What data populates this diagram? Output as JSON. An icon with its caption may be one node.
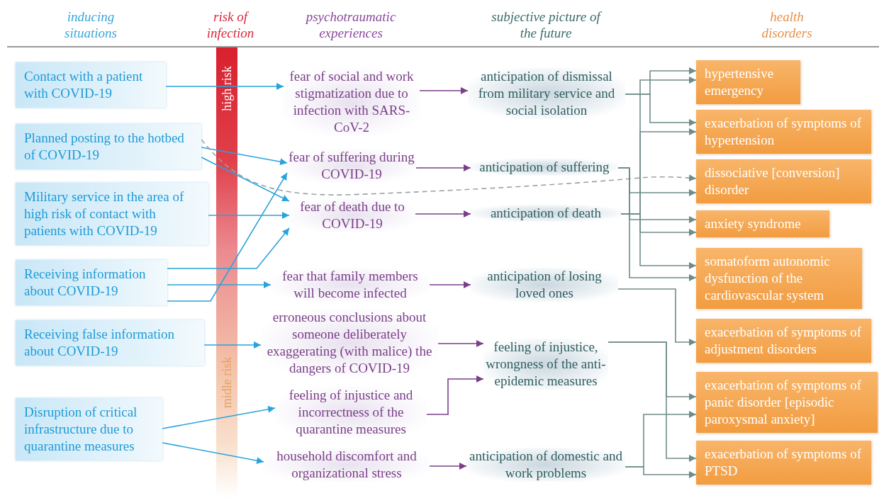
{
  "diagram": {
    "nodes": [
      {
        "text": [
          "Contact with a patient with COVID-19"
        ]
      },
      {
        "text": [
          "Planned posting to the hotbed of COVID-19"
        ]
      },
      {
        "text": [
          "Military service in the area of high risk of contact with patients with COVID-19"
        ]
      },
      {
        "text": [
          "Receiving information about COVID-19"
        ]
      },
      {
        "text": [
          "Receiving false information about COVID-19"
        ]
      },
      {
        "text": [
          "Disruption of critical infrastructure due to quarantine measures"
        ]
      },
      {
        "text": [
          "fear of social and work stigmatization due to infection with SARS-CoV-2"
        ]
      },
      {
        "text": [
          "fear of suffering during COVID-19"
        ]
      },
      {
        "text": [
          "fear of death due to COVID-19"
        ]
      },
      {
        "text": [
          "fear that family members will become infected"
        ]
      },
      {
        "text": [
          "erroneous conclusions about someone deliberately exaggerating (with malice) the dangers of COVID-19"
        ]
      },
      {
        "text": [
          "feeling of injustice and incorrectness of the quarantine measures"
        ]
      },
      {
        "text": [
          "household discomfort and organizational stress"
        ]
      },
      {
        "text": [
          "anticipation of dismissal from military service and social isolation"
        ]
      },
      {
        "text": [
          "anticipation of suffering"
        ]
      },
      {
        "text": [
          "anticipation of death"
        ]
      },
      {
        "text": [
          "anticipation of losing loved ones"
        ]
      },
      {
        "text": [
          "feeling of injustice, wrongness of the anti-epidemic measures"
        ]
      },
      {
        "text": [
          "anticipation of domestic and work problems"
        ]
      },
      {
        "text": [
          "hypertensive emergency"
        ]
      },
      {
        "text": [
          "exacerbation of symptoms of hypertension"
        ]
      },
      {
        "text": [
          "dissociative [conversion] disorder"
        ]
      },
      {
        "text": [
          "anxiety syndrome"
        ]
      },
      {
        "text": [
          "somatoform autonomic dysfunction of the cardiovascular system"
        ]
      },
      {
        "text": [
          "exacerbation of symptoms of adjustment disorders"
        ]
      },
      {
        "text": [
          "exacerbation of symptoms of panic disorder [episodic paroxysmal anxiety]"
        ]
      },
      {
        "text": [
          "exacerbation of symptoms of PTSD"
        ]
      }
    ],
    "edges": [
      {
        "from": 0,
        "to": 6,
        "arrow": "to",
        "color": "#2aa3dc"
      },
      {
        "from": 1,
        "to": 7,
        "arrow": "to",
        "color": "#2aa3dc"
      },
      {
        "from": 1,
        "to": 8,
        "arrow": "to",
        "color": "#2aa3dc"
      },
      {
        "from": 2,
        "to": 8,
        "arrow": "to",
        "color": "#2aa3dc"
      },
      {
        "from": 3,
        "to": 7,
        "arrow": "to",
        "color": "#2aa3dc"
      },
      {
        "from": 3,
        "to": 8,
        "arrow": "to",
        "color": "#2aa3dc"
      },
      {
        "from": 3,
        "to": 9,
        "arrow": "to",
        "color": "#2aa3dc"
      },
      {
        "from": 4,
        "to": 10,
        "arrow": "to",
        "color": "#2aa3dc"
      },
      {
        "from": 5,
        "to": 11,
        "arrow": "to",
        "color": "#2aa3dc"
      },
      {
        "from": 5,
        "to": 12,
        "arrow": "to",
        "color": "#2aa3dc"
      },
      {
        "from": 1,
        "to": 21,
        "arrow": "to",
        "style": "dashed"
      },
      {
        "from": 6,
        "to": 13,
        "arrow": "to",
        "color": "#7b3f8a"
      },
      {
        "from": 7,
        "to": 14,
        "arrow": "to",
        "color": "#7b3f8a"
      },
      {
        "from": 8,
        "to": 15,
        "arrow": "to",
        "color": "#7b3f8a"
      },
      {
        "from": 9,
        "to": 16,
        "arrow": "to",
        "color": "#7b3f8a"
      },
      {
        "from": 10,
        "to": 17,
        "arrow": "to",
        "color": "#7b3f8a"
      },
      {
        "from": 11,
        "to": 17,
        "arrow": "to",
        "color": "#7b3f8a"
      },
      {
        "from": 12,
        "to": 18,
        "arrow": "to",
        "color": "#7b3f8a"
      },
      {
        "from": 13,
        "to": 19,
        "arrow": "to"
      },
      {
        "from": 13,
        "to": 20,
        "arrow": "to"
      },
      {
        "from": 15,
        "to": 19,
        "arrow": "to"
      },
      {
        "from": 15,
        "to": 20,
        "arrow": "to"
      },
      {
        "from": 15,
        "to": 22,
        "arrow": "to"
      },
      {
        "from": 15,
        "to": 23,
        "arrow": "to"
      },
      {
        "from": 14,
        "to": 21,
        "arrow": "to"
      },
      {
        "from": 14,
        "to": 22,
        "arrow": "to"
      },
      {
        "from": 14,
        "to": 23,
        "arrow": "to"
      },
      {
        "from": 16,
        "to": 24,
        "arrow": "to"
      },
      {
        "from": 17,
        "to": 25,
        "arrow": "to"
      },
      {
        "from": 17,
        "to": 26,
        "arrow": "to"
      },
      {
        "from": 18,
        "to": 25,
        "arrow": "to"
      },
      {
        "from": 18,
        "to": 26,
        "arrow": "to"
      }
    ],
    "labels": [
      "inducing situations",
      "risk of infection",
      "psychotraumatic experiences",
      "subjective picture of the future",
      "health disorders",
      "high risk",
      "midle risk"
    ]
  }
}
